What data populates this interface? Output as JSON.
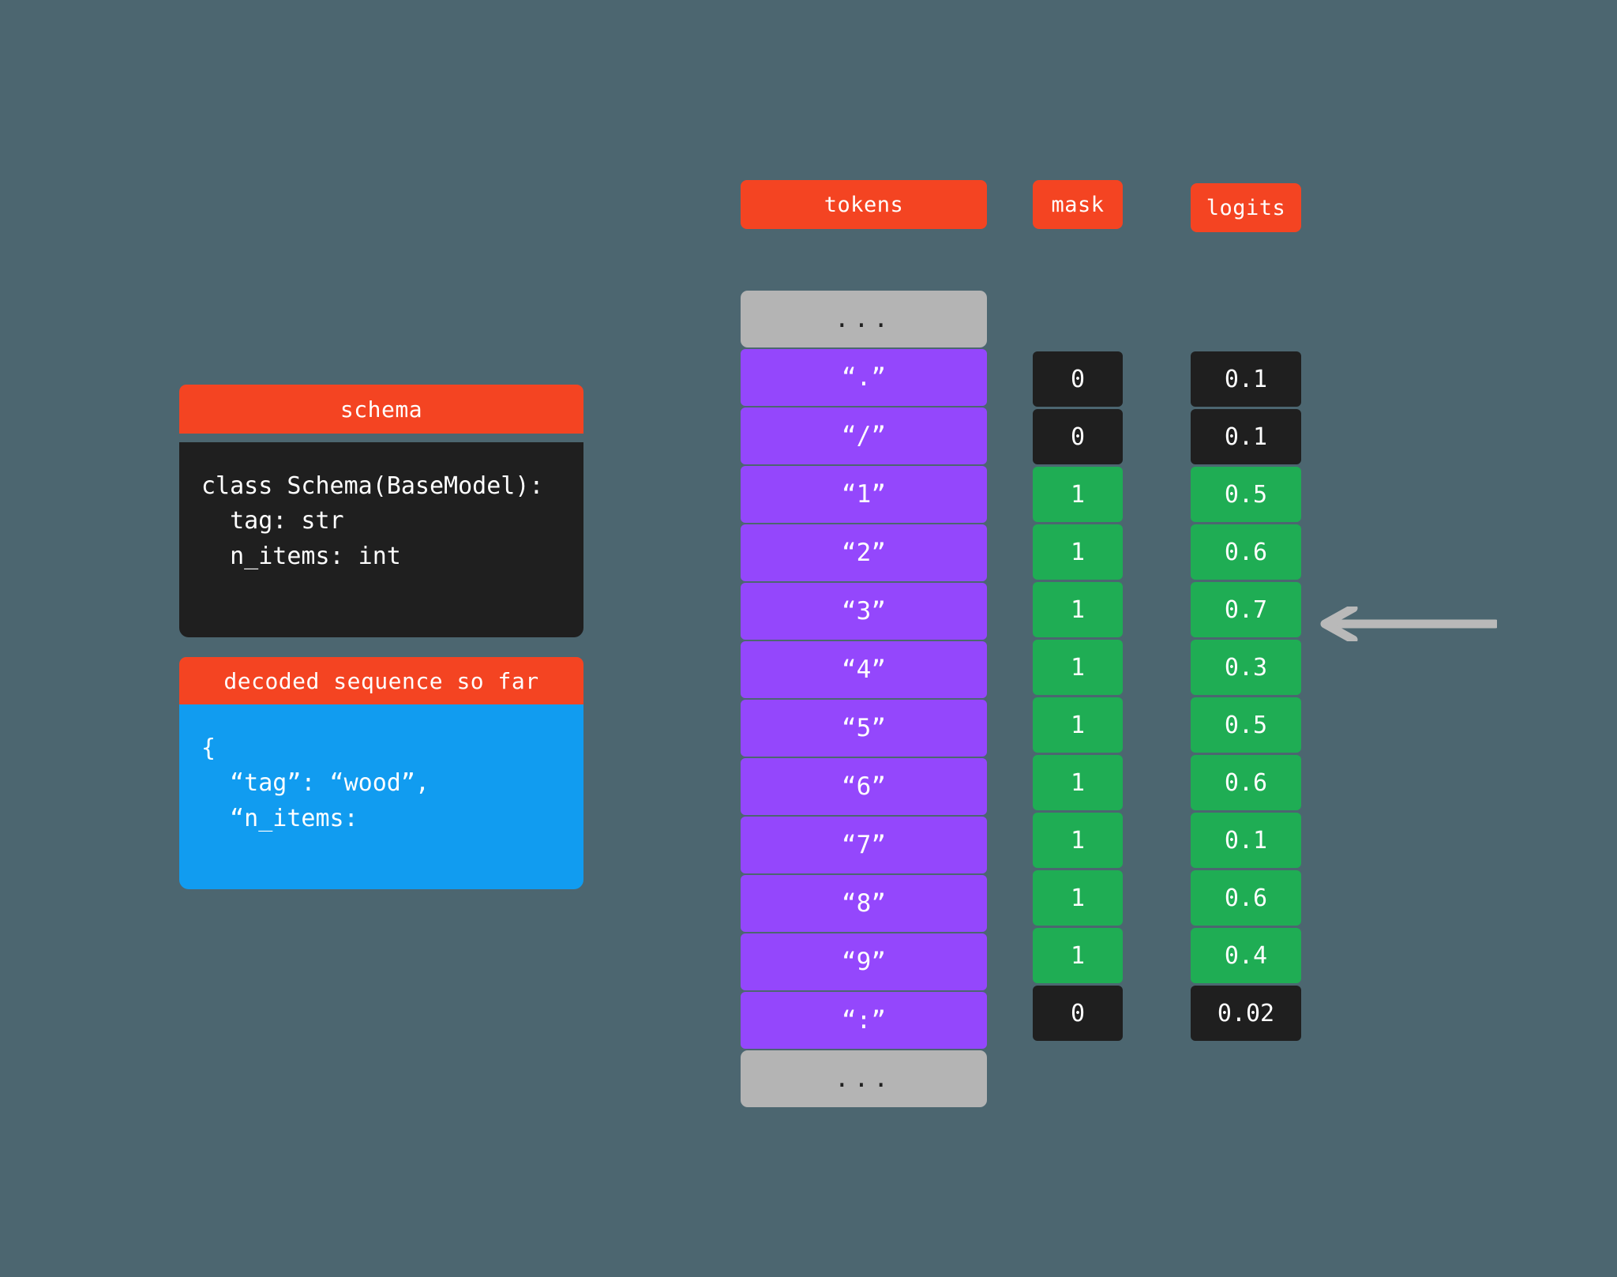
{
  "background_color": "#4c6670",
  "palette": {
    "accent_orange": "#f44422",
    "token_purple": "#9447fc",
    "allowed_green": "#1fad54",
    "blocked_black": "#1f1f1f",
    "ellipsis_gray": "#b4b4b4",
    "decoded_blue": "#119cf0",
    "arrow_gray": "#b9b9b9"
  },
  "panels": {
    "schema": {
      "title": "schema",
      "code": "class Schema(BaseModel):\n  tag: str\n  n_items: int"
    },
    "decoded": {
      "title": "decoded sequence so far",
      "code": "{\n  “tag”: “wood”,\n  “n_items:"
    }
  },
  "columns": {
    "tokens": {
      "header": "tokens",
      "cells": [
        {
          "label": "...",
          "kind": "ellipsis"
        },
        {
          "label": "“.”",
          "kind": "token"
        },
        {
          "label": "“/”",
          "kind": "token"
        },
        {
          "label": "“1”",
          "kind": "token"
        },
        {
          "label": "“2”",
          "kind": "token"
        },
        {
          "label": "“3”",
          "kind": "token"
        },
        {
          "label": "“4”",
          "kind": "token"
        },
        {
          "label": "“5”",
          "kind": "token"
        },
        {
          "label": "“6”",
          "kind": "token"
        },
        {
          "label": "“7”",
          "kind": "token"
        },
        {
          "label": "“8”",
          "kind": "token"
        },
        {
          "label": "“9”",
          "kind": "token"
        },
        {
          "label": "“:”",
          "kind": "token"
        },
        {
          "label": "...",
          "kind": "ellipsis"
        }
      ]
    },
    "mask": {
      "header": "mask",
      "cells": [
        {
          "label": "0",
          "state": "off"
        },
        {
          "label": "0",
          "state": "off"
        },
        {
          "label": "1",
          "state": "on"
        },
        {
          "label": "1",
          "state": "on"
        },
        {
          "label": "1",
          "state": "on"
        },
        {
          "label": "1",
          "state": "on"
        },
        {
          "label": "1",
          "state": "on"
        },
        {
          "label": "1",
          "state": "on"
        },
        {
          "label": "1",
          "state": "on"
        },
        {
          "label": "1",
          "state": "on"
        },
        {
          "label": "1",
          "state": "on"
        },
        {
          "label": "0",
          "state": "off"
        }
      ]
    },
    "logits": {
      "header": "logits",
      "cells": [
        {
          "label": "0.1",
          "state": "off"
        },
        {
          "label": "0.1",
          "state": "off"
        },
        {
          "label": "0.5",
          "state": "on"
        },
        {
          "label": "0.6",
          "state": "on"
        },
        {
          "label": "0.7",
          "state": "on"
        },
        {
          "label": "0.3",
          "state": "on"
        },
        {
          "label": "0.5",
          "state": "on"
        },
        {
          "label": "0.6",
          "state": "on"
        },
        {
          "label": "0.1",
          "state": "on"
        },
        {
          "label": "0.6",
          "state": "on"
        },
        {
          "label": "0.4",
          "state": "on"
        },
        {
          "label": "0.02",
          "state": "off"
        }
      ]
    }
  },
  "annotation": {
    "arrow": {
      "name": "selected-logit-arrow",
      "direction": "left",
      "points_at_row_index": 4,
      "points_at_value": "0.7"
    }
  }
}
